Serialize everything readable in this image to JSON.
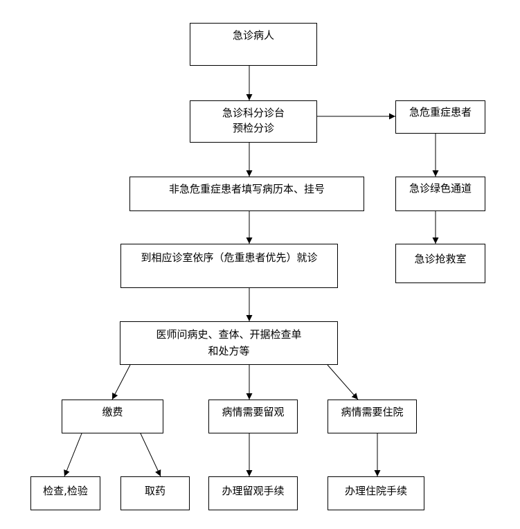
{
  "nodes": {
    "patient": "急诊病人",
    "triage_line1": "急诊科分诊台",
    "triage_line2": "预检分诊",
    "critical": "急危重症患者",
    "green_channel": "急诊绿色通道",
    "rescue_room": "急诊抢救室",
    "non_critical": "非急危重症患者填写病历本、挂号",
    "consult": "到相应诊室依序（危重患者优先）就诊",
    "doctor_line1": "医师问病史、查体、开据检查单",
    "doctor_line2": "和处方等",
    "pay": "缴费",
    "observe": "病情需要留观",
    "admit": "病情需要住院",
    "exam": "检查,检验",
    "medicine": "取药",
    "observe_proc": "办理留观手续",
    "admit_proc": "办理住院手续"
  }
}
